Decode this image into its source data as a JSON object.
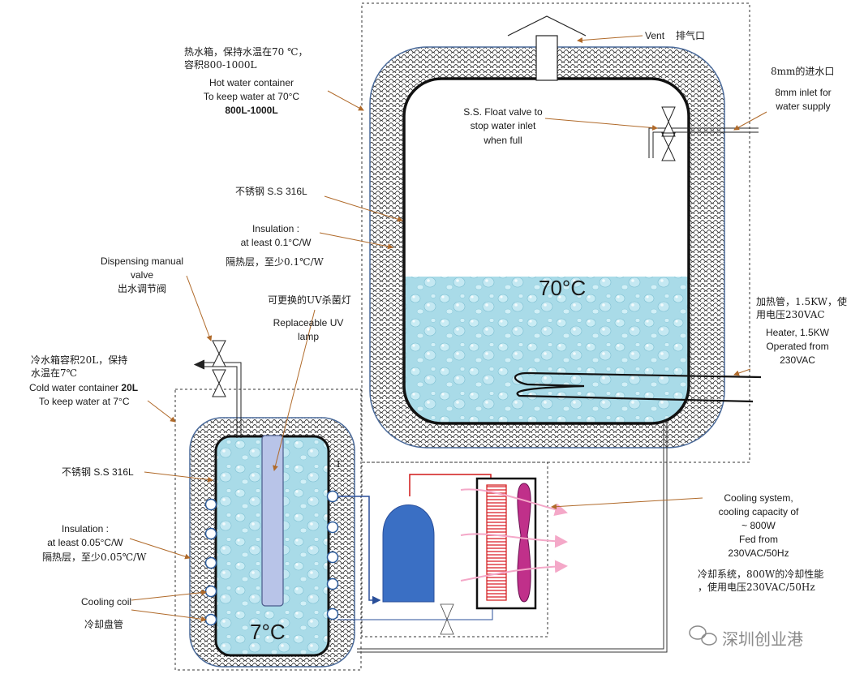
{
  "labels": {
    "vent_en": "Vent",
    "vent_cn": "排气口",
    "hot_cn_1": "热水箱，保持水温在70 ℃，",
    "hot_cn_2": "容积800-1000L",
    "hot_en_1": "Hot water container",
    "hot_en_2": "To keep water at 70°C",
    "hot_en_3": "800L-1000L",
    "inlet_cn": "8mm的进水口",
    "inlet_en_1": "8mm inlet for",
    "inlet_en_2": "water supply",
    "float_1": "S.S. Float valve to",
    "float_2": "stop water inlet",
    "float_3": "when full",
    "ss_top": "不锈钢 S.S 316L",
    "ins_top_1": "Insulation :",
    "ins_top_2": "at least 0.1°C/W",
    "ins_top_cn": "隔热层，至少0.1℃/W",
    "dispense_1": "Dispensing manual",
    "dispense_2": "valve",
    "dispense_cn": "出水调节阀",
    "uv_cn": "可更换的UV杀菌灯",
    "uv_en_1": "Replaceable UV",
    "uv_en_2": "lamp",
    "hot_temp": "70°C",
    "heater_cn_1": "加热管，1.5KW，使",
    "heater_cn_2": "用电压230VAC",
    "heater_en_1": "Heater, 1.5KW",
    "heater_en_2": "Operated from",
    "heater_en_3": "230VAC",
    "cold_cn_1": "冷水箱容积20L，保持",
    "cold_cn_2": "水温在7℃",
    "cold_en_1a": "Cold water container ",
    "cold_en_1b": "20L",
    "cold_en_2": "To keep water at 7°C",
    "ss_cold": "不锈钢   S.S 316L",
    "ins_cold_1": "Insulation :",
    "ins_cold_2": "at least 0.05°C/W",
    "ins_cold_cn": "隔热层，至少0.05℃/W",
    "coil_en": "Cooling coil",
    "coil_cn": "冷却盘管",
    "cold_temp": "7°C",
    "small_mark": "I",
    "cooling_1": "Cooling system,",
    "cooling_2": "cooling capacity of",
    "cooling_3": "~ 800W",
    "cooling_4": "Fed from",
    "cooling_5": "230VAC/50Hz",
    "cooling_cn_1": "冷却系统，800W的冷却性能",
    "cooling_cn_2": "，使用电压230VAC/50Hz",
    "watermark": "深圳创业港"
  },
  "colors": {
    "water": "#a9dbe8",
    "insulation_border": "#4a6a9a",
    "pointer": "#b06a2a",
    "compressor": "#3a6fc4",
    "condenser": "#e0404a",
    "fan": "#c0308a",
    "pipe_blue": "#2a4f9a",
    "pipe_red": "#d01818"
  }
}
